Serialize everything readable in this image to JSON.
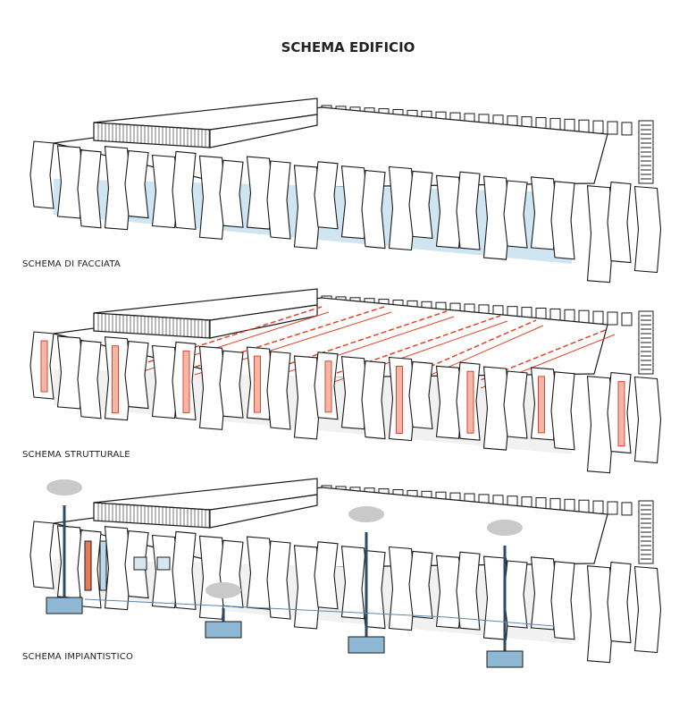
{
  "title": "SCHEMA EDIFICIO",
  "sections": [
    {
      "id": "facciata",
      "label": "SCHEMA DI FACCIATA"
    },
    {
      "id": "strutturale",
      "label": "SCHEMA STRUTTURALE"
    },
    {
      "id": "impiantistico",
      "label": "SCHEMA IMPIANTISTICO"
    }
  ],
  "colors": {
    "glass": "#cfe6f2",
    "structure": "#e0452a",
    "water_tank": "#8fb8d4",
    "cloud": "#c9c9c9",
    "line": "#1a1a1a"
  }
}
